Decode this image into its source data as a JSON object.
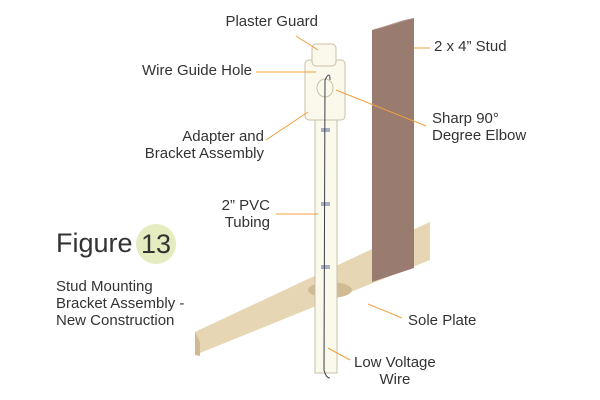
{
  "colors": {
    "stud": "#9a7b70",
    "stud_top": "#b69990",
    "sole_plate": "#e7d6b4",
    "sole_plate_edge": "#cfbb93",
    "pvc": "#fbf8ec",
    "pvc_outline": "#c9c2a8",
    "leader": "#f2a03c",
    "wire": "#3a3f4a",
    "badge": "#e4ecc0",
    "text": "#333333"
  },
  "labels": {
    "plaster_guard": "Plaster Guard",
    "wire_guide_hole": "Wire Guide Hole",
    "adapter_line1": "Adapter and",
    "adapter_line2": "Bracket Assembly",
    "pvc_line1": "2” PVC",
    "pvc_line2": "Tubing",
    "stud": "2 x 4” Stud",
    "elbow_line1": "Sharp 90°",
    "elbow_line2": "Degree Elbow",
    "sole_plate": "Sole Plate",
    "wire_line1": "Low Voltage",
    "wire_line2": "Wire"
  },
  "figure": {
    "word": "Figure",
    "number": "13",
    "caption_lines": [
      "Stud Mounting",
      "Bracket Assembly -",
      "New Construction"
    ]
  }
}
